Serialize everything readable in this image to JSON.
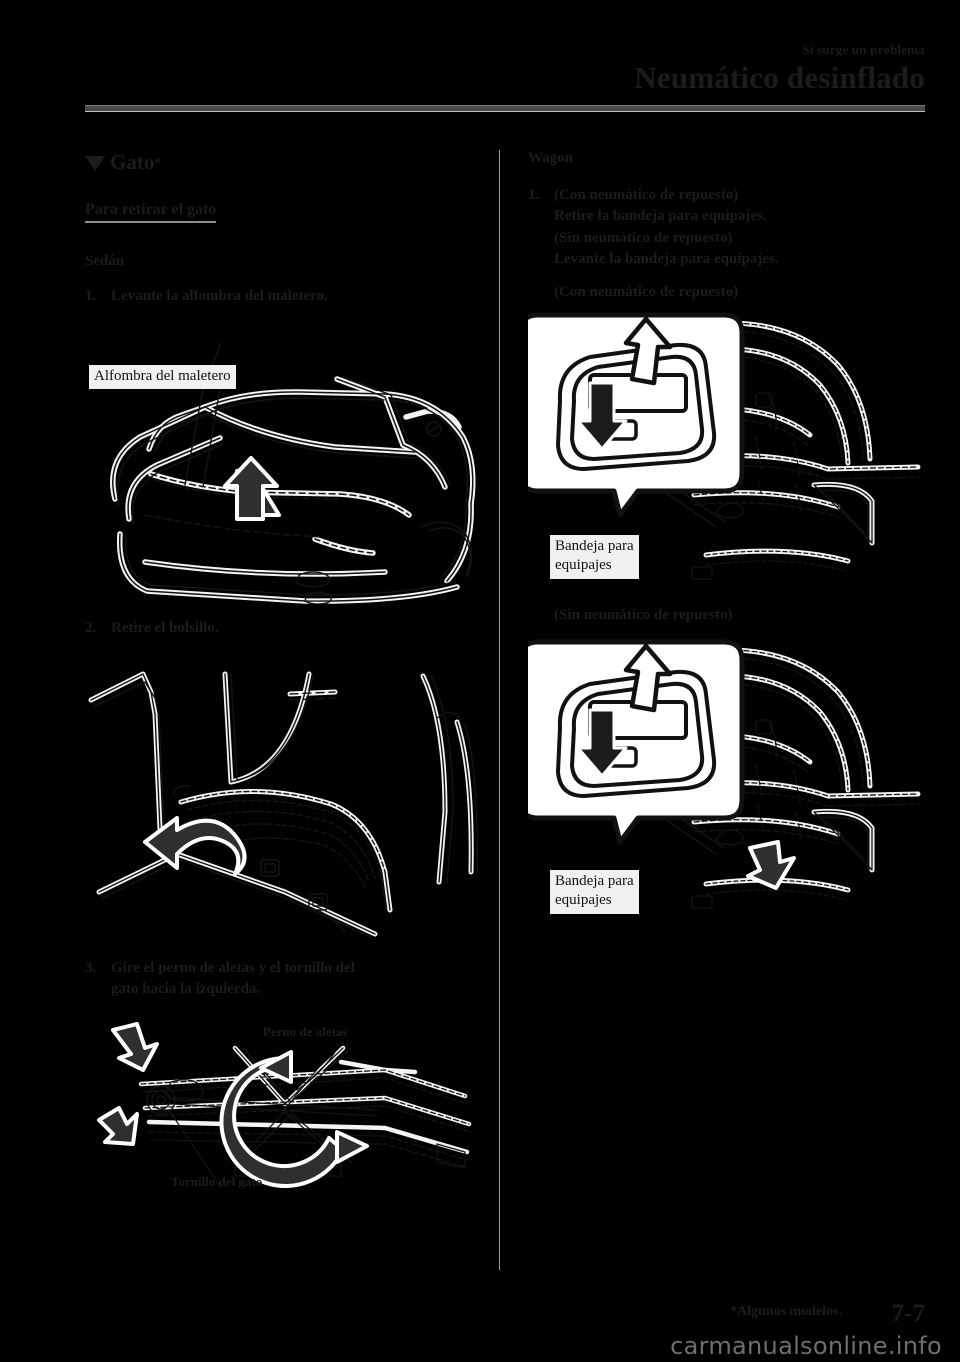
{
  "header": {
    "running_head": "Si surge un problema",
    "title": "Neumático desinflado"
  },
  "left_column": {
    "section_heading": "Gato",
    "section_heading_marker": "*",
    "subsection_heading": "Para retirar el gato",
    "body_heading": "Sedán",
    "steps": [
      {
        "number": "1.",
        "lines": [
          "Levante la alfombra del maletero."
        ]
      },
      {
        "number": "2.",
        "lines": [
          "Retire el bolsillo."
        ]
      },
      {
        "number": "3.",
        "lines": [
          "Gire el perno de aletas y el tornillo del",
          "gato hacia la izquierda."
        ]
      }
    ],
    "figure_trunk": {
      "label": "Alfombra del maletero"
    },
    "figure_jack": {
      "label_wing_bolt": "Perno de aletas",
      "label_jack_screw": "Tornillo del gato"
    }
  },
  "right_column": {
    "body_heading": "Wagon",
    "step": {
      "number": "1.",
      "lines": [
        "(Con neumático de repuesto)",
        "Retire la bandeja para equipajes.",
        "(Sin neumático de repuesto)",
        "Levante la bandeja para equipajes."
      ]
    },
    "figure_with_spare": {
      "caption": "(Con neumático de repuesto)",
      "label": "Bandeja para\nequipajes"
    },
    "figure_without_spare": {
      "caption": "(Sin neumático de repuesto)",
      "label": "Bandeja para\nequipajes"
    }
  },
  "footer": {
    "footnote": "*Algunos modelos.",
    "page_number": "7-7",
    "watermark": "carmanualsonline.info"
  },
  "colors": {
    "page_background": "#000000",
    "ink": "#1c1c1c",
    "rule": "#4a4a4a",
    "divider": "#9a9a9a",
    "label_background": "#f2f0ee",
    "watermark": "#6e6e6e"
  }
}
